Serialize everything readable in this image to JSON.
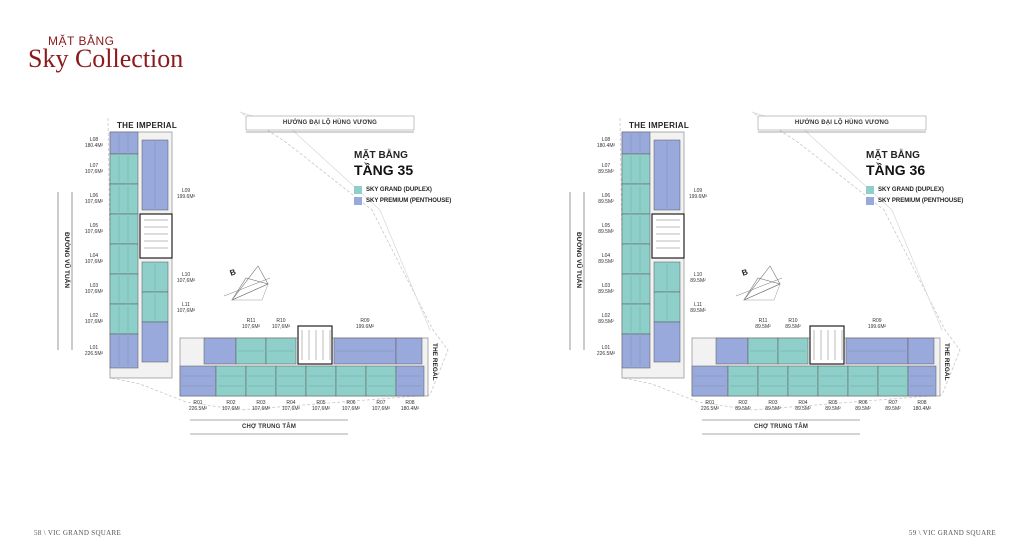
{
  "header": {
    "subtitle": "MẶT BẰNG",
    "title": "Sky Collection"
  },
  "colors": {
    "grand": "#8ed0c9",
    "premium": "#9aa9dc",
    "brand": "#8b1a1a"
  },
  "footer": {
    "left": "58 \\ VIC GRAND SQUARE",
    "right": "59 \\ VIC GRAND SQUARE"
  },
  "plans": [
    {
      "caption": "MẶT BẰNG",
      "floor": "TẦNG 35",
      "legend": [
        {
          "label": "SKY GRAND (DUPLEX)",
          "type": "grand"
        },
        {
          "label": "SKY PREMIUM (PENTHOUSE)",
          "type": "premium"
        }
      ],
      "streets": {
        "top": "HƯỚNG ĐẠI LỘ HÙNG VƯƠNG",
        "left": "ĐƯỜNG VŨ TUẤN",
        "bottom": "CHỢ TRUNG TÂM"
      },
      "buildings": {
        "imperial": "THE IMPERIAL",
        "regal": "THE REGAL"
      },
      "compass": "B",
      "left_units": [
        {
          "code": "L08",
          "area": "180.4M²"
        },
        {
          "code": "L07",
          "area": "107,6M²"
        },
        {
          "code": "L06",
          "area": "107,6M²"
        },
        {
          "code": "L05",
          "area": "107,6M²"
        },
        {
          "code": "L04",
          "area": "107,6M²"
        },
        {
          "code": "L03",
          "area": "107,6M²"
        },
        {
          "code": "L02",
          "area": "107,6M²"
        },
        {
          "code": "L01",
          "area": "226.5M²"
        }
      ],
      "right_units": [
        {
          "code": "L09",
          "area": "199.6M²"
        },
        {
          "code": "L10",
          "area": "107,6M²"
        },
        {
          "code": "L11",
          "area": "107,6M²"
        }
      ],
      "top_units": [
        {
          "code": "R11",
          "area": "107,6M²"
        },
        {
          "code": "R10",
          "area": "107,6M²"
        },
        {
          "code": "R09",
          "area": "199.6M²"
        }
      ],
      "bottom_units": [
        {
          "code": "R01",
          "area": "226.5M²"
        },
        {
          "code": "R02",
          "area": "107,6M²"
        },
        {
          "code": "R03",
          "area": "107,6M²"
        },
        {
          "code": "R04",
          "area": "107,6M²"
        },
        {
          "code": "R05",
          "area": "107,6M²"
        },
        {
          "code": "R06",
          "area": "107,6M²"
        },
        {
          "code": "R07",
          "area": "107,6M²"
        },
        {
          "code": "R08",
          "area": "180.4M²"
        }
      ]
    },
    {
      "caption": "MẶT BẰNG",
      "floor": "TẦNG 36",
      "legend": [
        {
          "label": "SKY GRAND (DUPLEX)",
          "type": "grand"
        },
        {
          "label": "SKY PREMIUM (PENTHOUSE)",
          "type": "premium"
        }
      ],
      "streets": {
        "top": "HƯỚNG ĐẠI LỘ HÙNG VƯƠNG",
        "left": "ĐƯỜNG VŨ TUẤN",
        "bottom": "CHỢ TRUNG TÂM"
      },
      "buildings": {
        "imperial": "THE IMPERIAL",
        "regal": "THE REGAL"
      },
      "compass": "B",
      "left_units": [
        {
          "code": "L08",
          "area": "180.4M²"
        },
        {
          "code": "L07",
          "area": "89.5M²"
        },
        {
          "code": "L06",
          "area": "89.5M²"
        },
        {
          "code": "L05",
          "area": "89.5M²"
        },
        {
          "code": "L04",
          "area": "89.5M²"
        },
        {
          "code": "L03",
          "area": "89.5M²"
        },
        {
          "code": "L02",
          "area": "89.5M²"
        },
        {
          "code": "L01",
          "area": "226.5M²"
        }
      ],
      "right_units": [
        {
          "code": "L09",
          "area": "199.6M²"
        },
        {
          "code": "L10",
          "area": "89.5M²"
        },
        {
          "code": "L11",
          "area": "89.5M²"
        }
      ],
      "top_units": [
        {
          "code": "R11",
          "area": "89.5M²"
        },
        {
          "code": "R10",
          "area": "89.5M²"
        },
        {
          "code": "R09",
          "area": "199.6M²"
        }
      ],
      "bottom_units": [
        {
          "code": "R01",
          "area": "226.5M²"
        },
        {
          "code": "R02",
          "area": "89.5M²"
        },
        {
          "code": "R03",
          "area": "89.5M²"
        },
        {
          "code": "R04",
          "area": "89.5M²"
        },
        {
          "code": "R05",
          "area": "89.5M²"
        },
        {
          "code": "R06",
          "area": "89.5M²"
        },
        {
          "code": "R07",
          "area": "89.5M²"
        },
        {
          "code": "R08",
          "area": "180.4M²"
        }
      ]
    }
  ]
}
